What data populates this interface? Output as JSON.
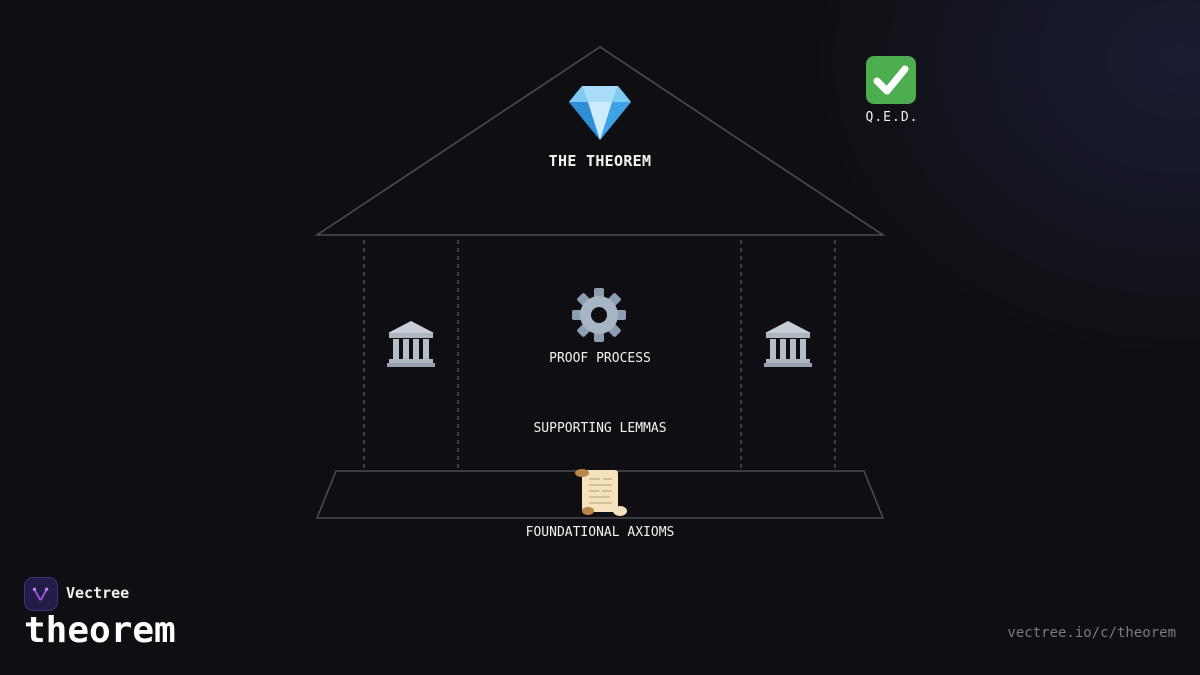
{
  "diagram": {
    "theorem_label": "THE THEOREM",
    "qed_label": "Q.E.D.",
    "proof_label": "PROOF PROCESS",
    "lemmas_label": "SUPPORTING LEMMAS",
    "axioms_label": "FOUNDATIONAL AXIOMS",
    "icons": {
      "top": "gem-icon",
      "qed": "check-mark-icon",
      "proof": "gear-icon",
      "pillars": "classical-building-icon",
      "base": "scroll-icon"
    }
  },
  "branding": {
    "name": "Vectree",
    "title": "theorem",
    "url": "vectree.io/c/theorem"
  },
  "colors": {
    "background": "#0f0f13",
    "outline": "#4a4a50",
    "text": "#f2f2f2",
    "muted": "#7a7a80",
    "qed_green": "#4cae4f",
    "gem_blue": "#5ab8ee",
    "logo_purple": "#a55be8"
  }
}
